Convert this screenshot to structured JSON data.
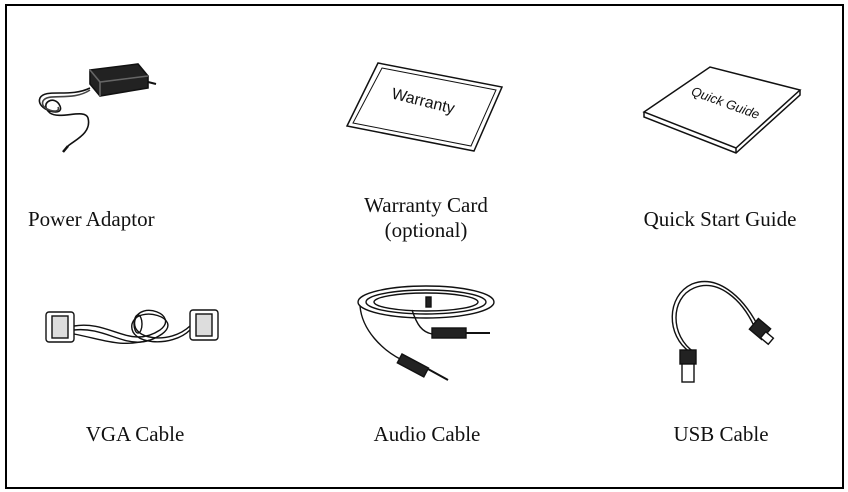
{
  "items": [
    {
      "label": "Power Adaptor",
      "icon": "power-adaptor-icon"
    },
    {
      "label": "Warranty Card",
      "label2": "(optional)",
      "icon": "warranty-card-icon",
      "card_text": "Warranty"
    },
    {
      "label": "Quick Start Guide",
      "icon": "quick-guide-icon",
      "card_text": "Quick Guide"
    },
    {
      "label": "VGA Cable",
      "icon": "vga-cable-icon"
    },
    {
      "label": "Audio Cable",
      "icon": "audio-cable-icon"
    },
    {
      "label": "USB Cable",
      "icon": "usb-cable-icon"
    }
  ]
}
